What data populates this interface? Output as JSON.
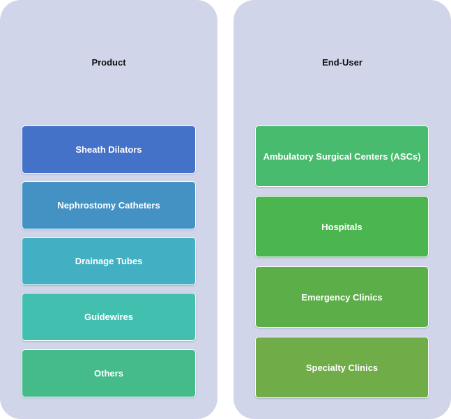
{
  "product": {
    "title": "Product",
    "items": [
      {
        "label": "Sheath Dilators",
        "color": "#4472c9"
      },
      {
        "label": "Nephrostomy Catheters",
        "color": "#4492c4"
      },
      {
        "label": "Drainage Tubes",
        "color": "#42b0c2"
      },
      {
        "label": "Guidewires",
        "color": "#43bfb0"
      },
      {
        "label": "Others",
        "color": "#45bb8a"
      }
    ]
  },
  "end_user": {
    "title": "End-User",
    "items": [
      {
        "label": "Ambulatory Surgical Centers (ASCs)",
        "color": "#48bb6e"
      },
      {
        "label": "Hospitals",
        "color": "#4bb550"
      },
      {
        "label": "Emergency Clinics",
        "color": "#5caf48"
      },
      {
        "label": "Specialty Clinics",
        "color": "#70ac47"
      }
    ]
  }
}
